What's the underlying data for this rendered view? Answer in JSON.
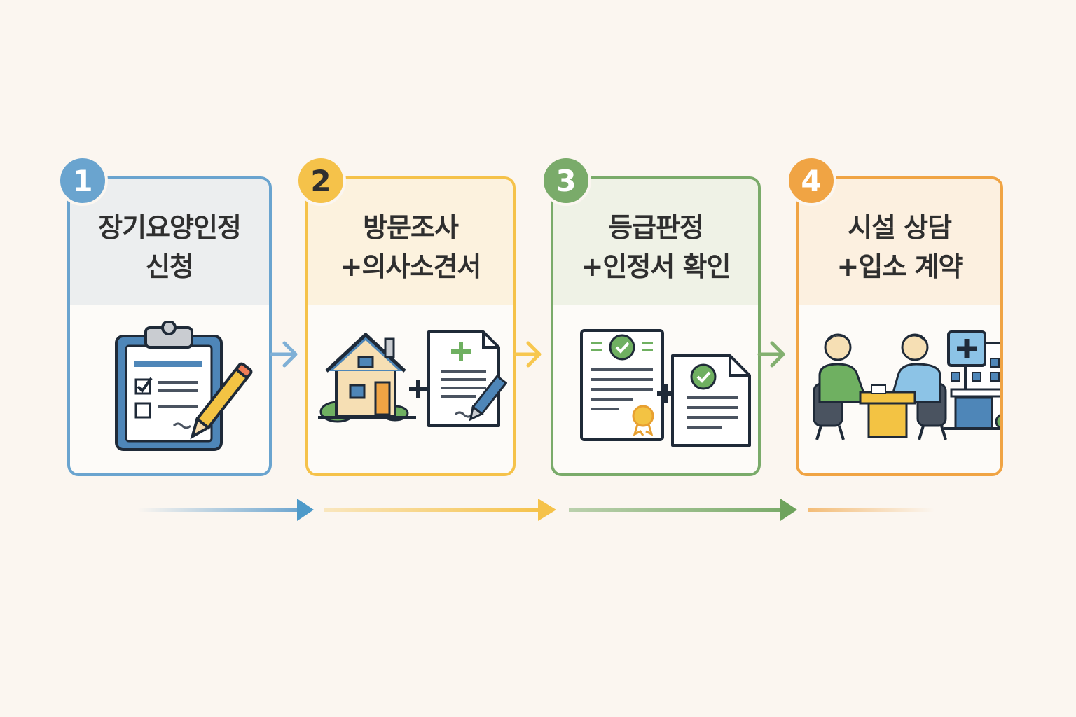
{
  "steps": [
    {
      "number": "1",
      "line1": "장기요양인정",
      "line2": "신청",
      "color": "#6aa4cf",
      "tint": "#eceeef",
      "icon": "clipboard-pencil-icon"
    },
    {
      "number": "2",
      "line1": "방문조사",
      "line2": "+의사소견서",
      "color": "#f5c24a",
      "tint": "#fcf2de",
      "icon": "house-document-icon"
    },
    {
      "number": "3",
      "line1": "등급판정",
      "line2": "+인정서 확인",
      "color": "#7aab6a",
      "tint": "#eff2e6",
      "icon": "certificate-documents-icon"
    },
    {
      "number": "4",
      "line1": "시설 상담",
      "line2": "+입소 계약",
      "color": "#f0a444",
      "tint": "#fcf0e0",
      "icon": "consultation-facility-icon"
    }
  ],
  "colors": {
    "background": "#fbf6f0",
    "outline": "#1f2a38"
  }
}
